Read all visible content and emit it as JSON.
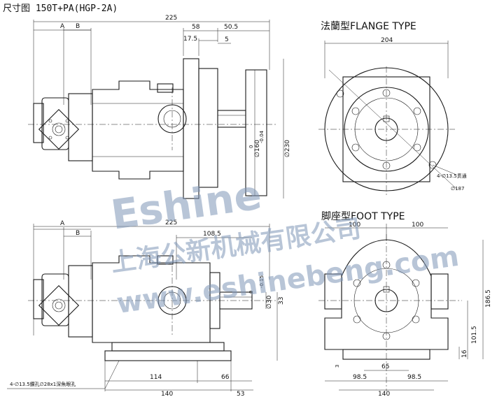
{
  "header": {
    "title": "尺寸图 150T+PA(HGP-2A)"
  },
  "flange_view": {
    "title": "法蘭型FLANGE  TYPE",
    "dim_width": "204",
    "hole_note": "4-∅13.5贯通",
    "dim_pcd": "∅187"
  },
  "foot_view": {
    "title": "脚座型FOOT  TYPE",
    "dim_left": "100",
    "dim_right": "100",
    "dim_height": "186.5",
    "dim_center_h": "101.5",
    "dim_base": "16",
    "dim_key": "3",
    "dim_mid": "65",
    "dim_left_b": "98.5",
    "dim_right_b": "98.5",
    "dim_total": "140"
  },
  "top_view": {
    "dim_A": "A",
    "dim_B": "B",
    "dim_225": "225",
    "dim_58": "58",
    "dim_50_5": "50.5",
    "dim_17_5": "17.5",
    "dim_5": "5",
    "tol_upper": "0",
    "tol_lower": "-0.04",
    "dim_160": "∅160",
    "dim_230": "∅230"
  },
  "bottom_view": {
    "dim_A": "A",
    "dim_B": "B",
    "dim_225": "225",
    "dim_108_5": "108.5",
    "tol_upper": "0",
    "tol_lower": "-0.15",
    "dim_30": "∅30",
    "dim_33": "33",
    "dim_114": "114",
    "dim_66": "66",
    "dim_140": "140",
    "dim_53": "53",
    "hole_note": "4-∅13.5鑽孔∅28x1深魚眼孔"
  },
  "watermark": {
    "brand": "Eshine",
    "company": "上海公新机械有限公司",
    "url": "www.eshinebeng.com"
  },
  "colors": {
    "line": "#1a1a1a",
    "watermark": "#7f97b8"
  }
}
